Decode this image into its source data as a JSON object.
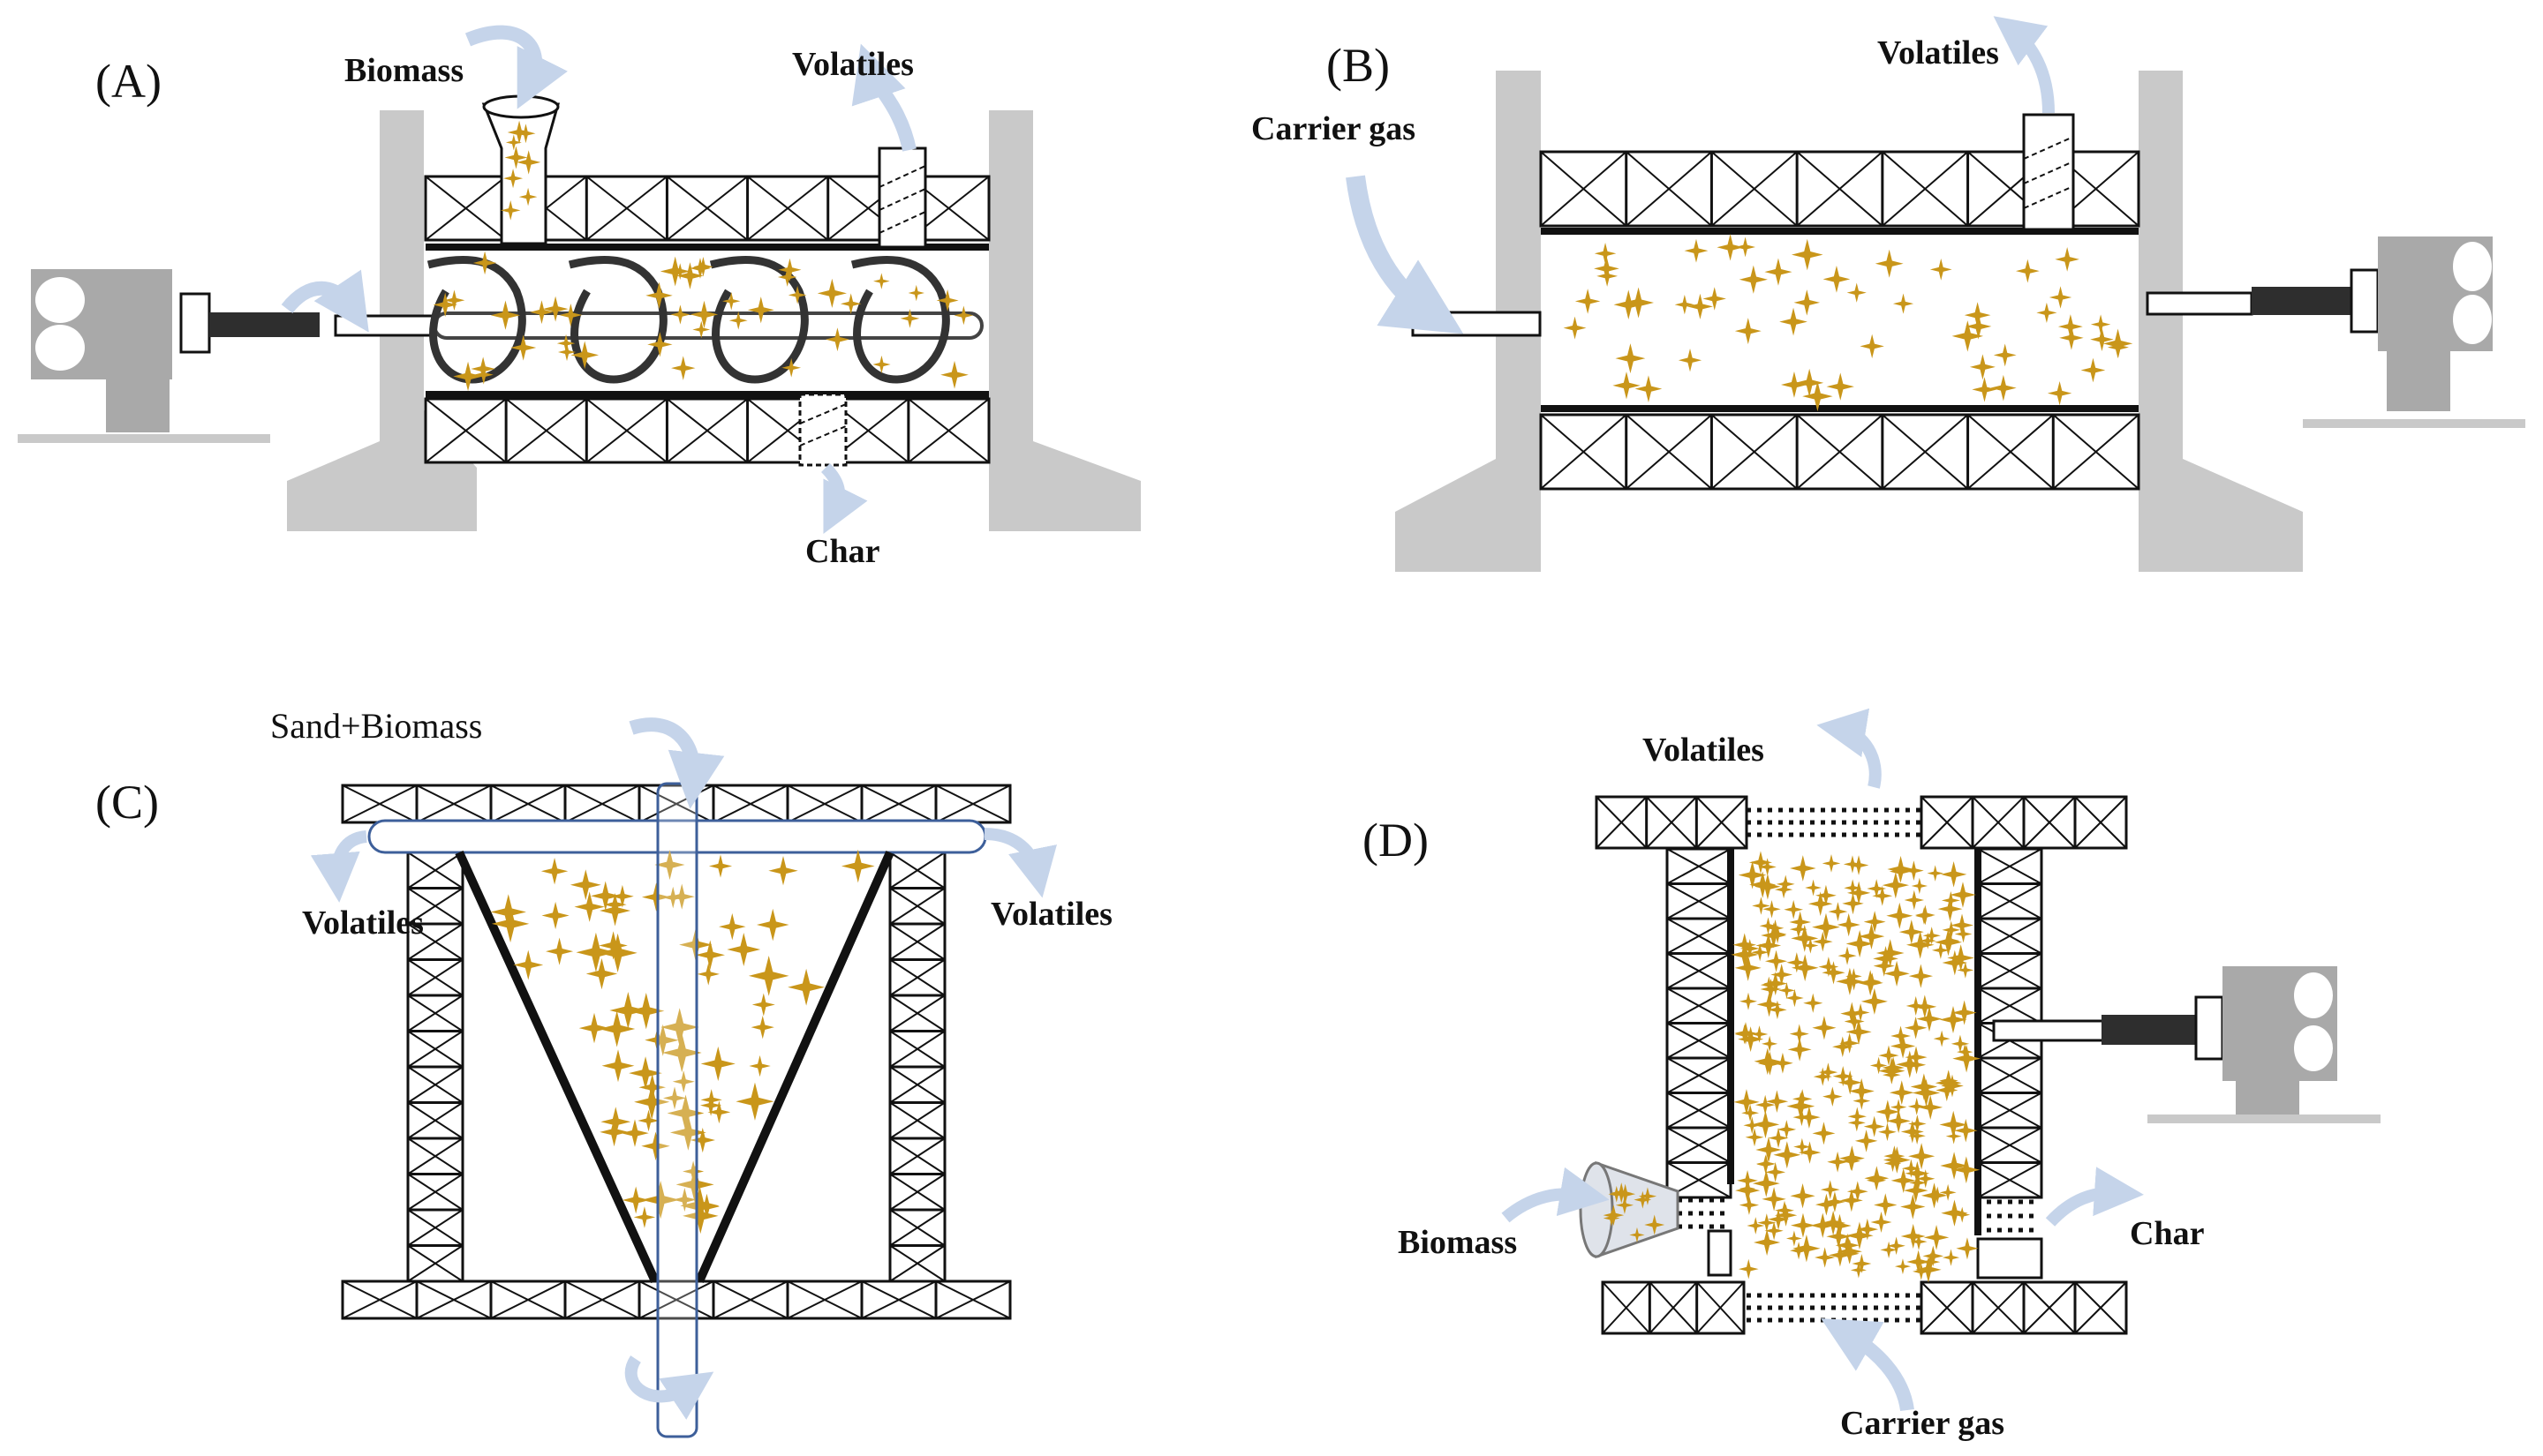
{
  "panels": [
    {
      "id": "A",
      "tag": "(A)",
      "labels": {
        "biomass": "Biomass",
        "volatiles": "Volatiles",
        "char": "Char"
      }
    },
    {
      "id": "B",
      "tag": "(B)",
      "labels": {
        "carrier_gas": "Carrier gas",
        "volatiles": "Volatiles"
      }
    },
    {
      "id": "C",
      "tag": "(C)",
      "labels": {
        "sand_biomass": "Sand+Biomass",
        "volatiles_left": "Volatiles",
        "volatiles_right": "Volatiles"
      }
    },
    {
      "id": "D",
      "tag": "(D)",
      "labels": {
        "volatiles": "Volatiles",
        "biomass": "Biomass",
        "char": "Char",
        "carrier_gas": "Carrier gas"
      }
    }
  ],
  "colors": {
    "particle": "#c9961a",
    "support": "#c9c9c9",
    "motor": "#a9a9a9",
    "arrow": "#c5d4ea",
    "line": "#111111",
    "tube_edge": "#3d5f9a"
  },
  "icons": [
    "motor-icon",
    "particle-icon",
    "flow-arrow-icon",
    "screw-auger-icon"
  ]
}
